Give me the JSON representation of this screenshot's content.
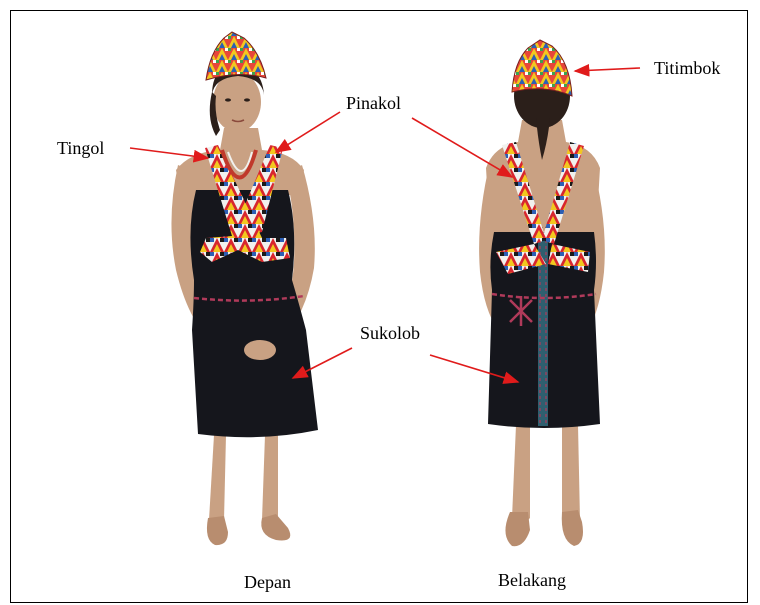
{
  "labels": {
    "titimbok": "Titimbok",
    "pinakol": "Pinakol",
    "tingol": "Tingol",
    "sukolob": "Sukolob"
  },
  "captions": {
    "front": "Depan",
    "back": "Belakang"
  },
  "colors": {
    "arrow": "#e01b1b",
    "dress": "#15161c",
    "skin": "#c9a183",
    "hair": "#2b1f1a",
    "trim_red": "#d8262e",
    "trim_yellow": "#f2c81f",
    "trim_blue": "#2c5fb5",
    "trim_white": "#f1f1ee",
    "embroidery": "#b03a5a"
  },
  "icons": {
    "front_figure": "woman-front-figure",
    "back_figure": "woman-back-figure"
  }
}
